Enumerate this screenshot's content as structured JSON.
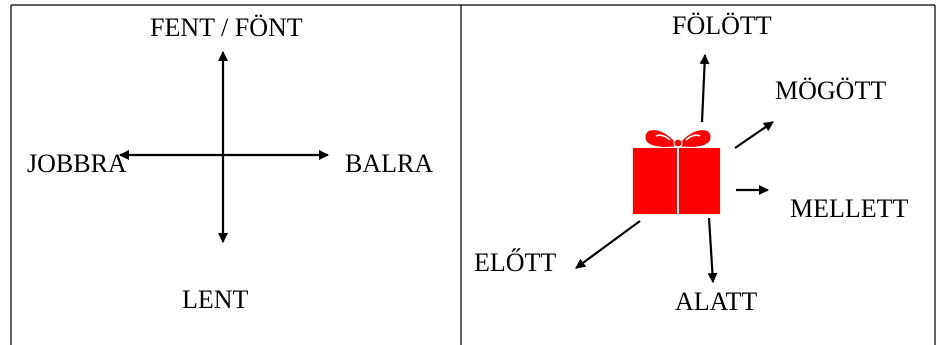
{
  "left_panel": {
    "labels": {
      "up": "FENT / FÖNT",
      "left": "JOBBRA",
      "right": "BALRA",
      "down": "LENT"
    }
  },
  "right_panel": {
    "labels": {
      "above": "FÖLÖTT",
      "behind": "MÖGÖTT",
      "between": "MELLETT",
      "in_front": "ELŐTT",
      "below": "ALATT"
    },
    "gift_icon": "gift-box-icon"
  },
  "colors": {
    "gift": "#ff0000",
    "lines": "#000000"
  }
}
